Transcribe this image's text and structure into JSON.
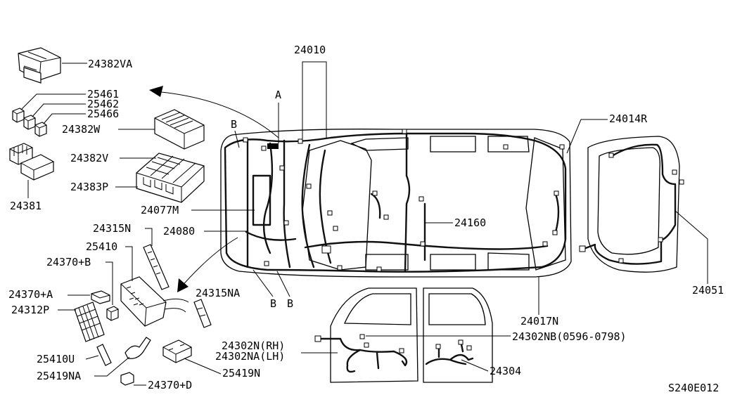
{
  "labels": {
    "p24382VA": "24382VA",
    "p25461": "25461",
    "p25462": "25462",
    "p25466": "25466",
    "p24382W": "24382W",
    "p24382V": "24382V",
    "p24383P": "24383P",
    "p24381": "24381",
    "p24010": "24010",
    "pA": "A",
    "pB_top": "B",
    "p24014R": "24014R",
    "p24077M": "24077M",
    "p24080": "24080",
    "p24160": "24160",
    "p24315N": "24315N",
    "p25410": "25410",
    "p24370B": "24370+B",
    "p24370A": "24370+A",
    "p24312P": "24312P",
    "p24315NA": "24315NA",
    "pB1": "B",
    "pB2": "B",
    "p24017N": "24017N",
    "p24051": "24051",
    "p24302NB": "24302NB(0596-0798)",
    "p24302N": "24302N(RH)",
    "p24302NA": "24302NA(LH)",
    "p24304": "24304",
    "p25410U": "25410U",
    "p25419NA": "25419NA",
    "p25419N": "25419N",
    "p24370D": "24370+D",
    "code": "S240E012"
  }
}
